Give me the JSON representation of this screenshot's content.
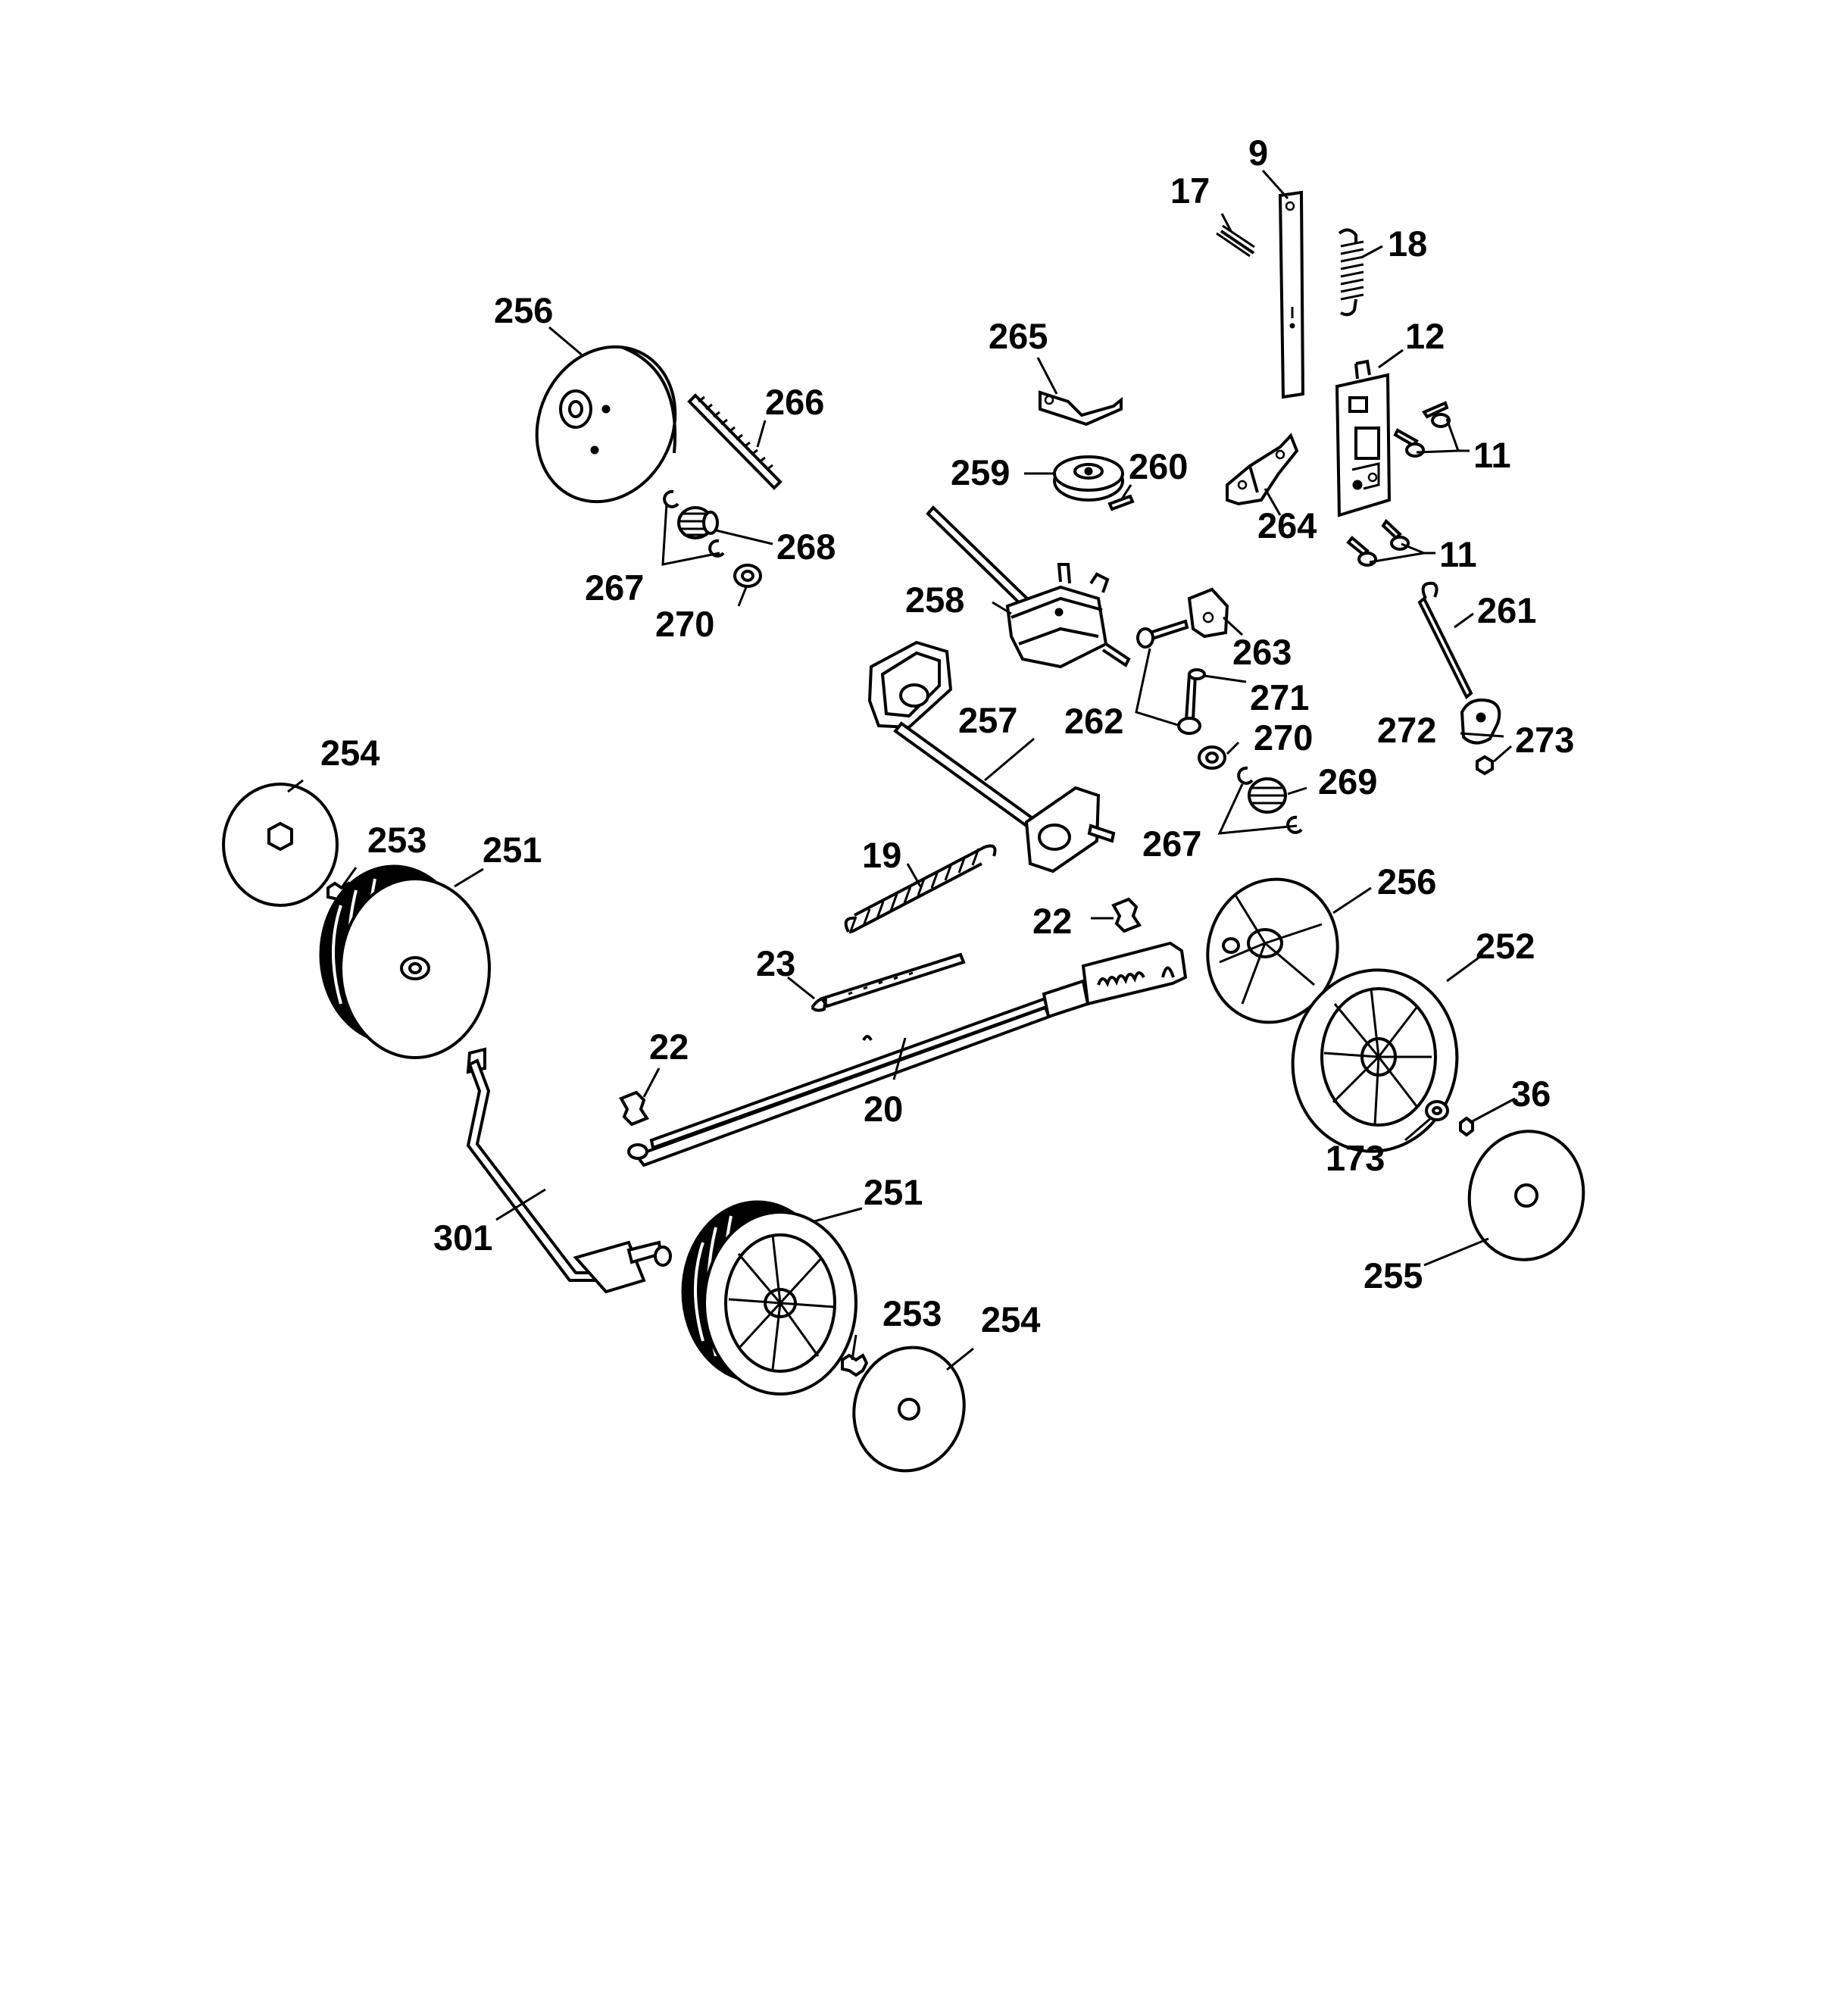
{
  "callouts": [
    {
      "id": "c9",
      "text": "9"
    },
    {
      "id": "c17",
      "text": "17"
    },
    {
      "id": "c18",
      "text": "18"
    },
    {
      "id": "c256a",
      "text": "256"
    },
    {
      "id": "c265",
      "text": "265"
    },
    {
      "id": "c12",
      "text": "12"
    },
    {
      "id": "c266",
      "text": "266"
    },
    {
      "id": "c11a",
      "text": "11"
    },
    {
      "id": "c259",
      "text": "259"
    },
    {
      "id": "c260",
      "text": "260"
    },
    {
      "id": "c264",
      "text": "264"
    },
    {
      "id": "c268",
      "text": "268"
    },
    {
      "id": "c11b",
      "text": "11"
    },
    {
      "id": "c267a",
      "text": "267"
    },
    {
      "id": "c258",
      "text": "258"
    },
    {
      "id": "c270a",
      "text": "270"
    },
    {
      "id": "c261",
      "text": "261"
    },
    {
      "id": "c263",
      "text": "263"
    },
    {
      "id": "c271",
      "text": "271"
    },
    {
      "id": "c257",
      "text": "257"
    },
    {
      "id": "c262",
      "text": "262"
    },
    {
      "id": "c254a",
      "text": "254"
    },
    {
      "id": "c270b",
      "text": "270"
    },
    {
      "id": "c272",
      "text": "272"
    },
    {
      "id": "c273",
      "text": "273"
    },
    {
      "id": "c269",
      "text": "269"
    },
    {
      "id": "c253a",
      "text": "253"
    },
    {
      "id": "c251a",
      "text": "251"
    },
    {
      "id": "c267b",
      "text": "267"
    },
    {
      "id": "c19",
      "text": "19"
    },
    {
      "id": "c256b",
      "text": "256"
    },
    {
      "id": "c22a",
      "text": "22"
    },
    {
      "id": "c252",
      "text": "252"
    },
    {
      "id": "c23",
      "text": "23"
    },
    {
      "id": "c22b",
      "text": "22"
    },
    {
      "id": "c36",
      "text": "36"
    },
    {
      "id": "c20",
      "text": "20"
    },
    {
      "id": "c173",
      "text": "173"
    },
    {
      "id": "c251b",
      "text": "251"
    },
    {
      "id": "c301",
      "text": "301"
    },
    {
      "id": "c255",
      "text": "255"
    },
    {
      "id": "c253b",
      "text": "253"
    },
    {
      "id": "c254b",
      "text": "254"
    }
  ]
}
